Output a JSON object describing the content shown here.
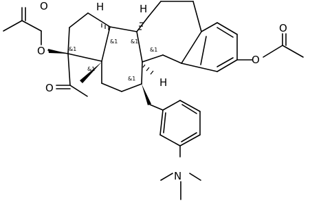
{
  "structure": {
    "atom_labels": {
      "o_acetate_left_carbonyl": "O",
      "o_acetate_left_ester": "O",
      "o_acetyl_carbonyl": "O",
      "o_acetate_right_ester": "O",
      "o_acetate_right_carbonyl": "O",
      "h_c8": "H",
      "h_c9": "H",
      "h_c14": "H",
      "n_dimethylamino": "N"
    },
    "stereo_labels": {
      "c17": "&1",
      "c13": "&1",
      "c14": "&1",
      "c8": "&1",
      "c9": "&1",
      "c11": "&1"
    }
  }
}
